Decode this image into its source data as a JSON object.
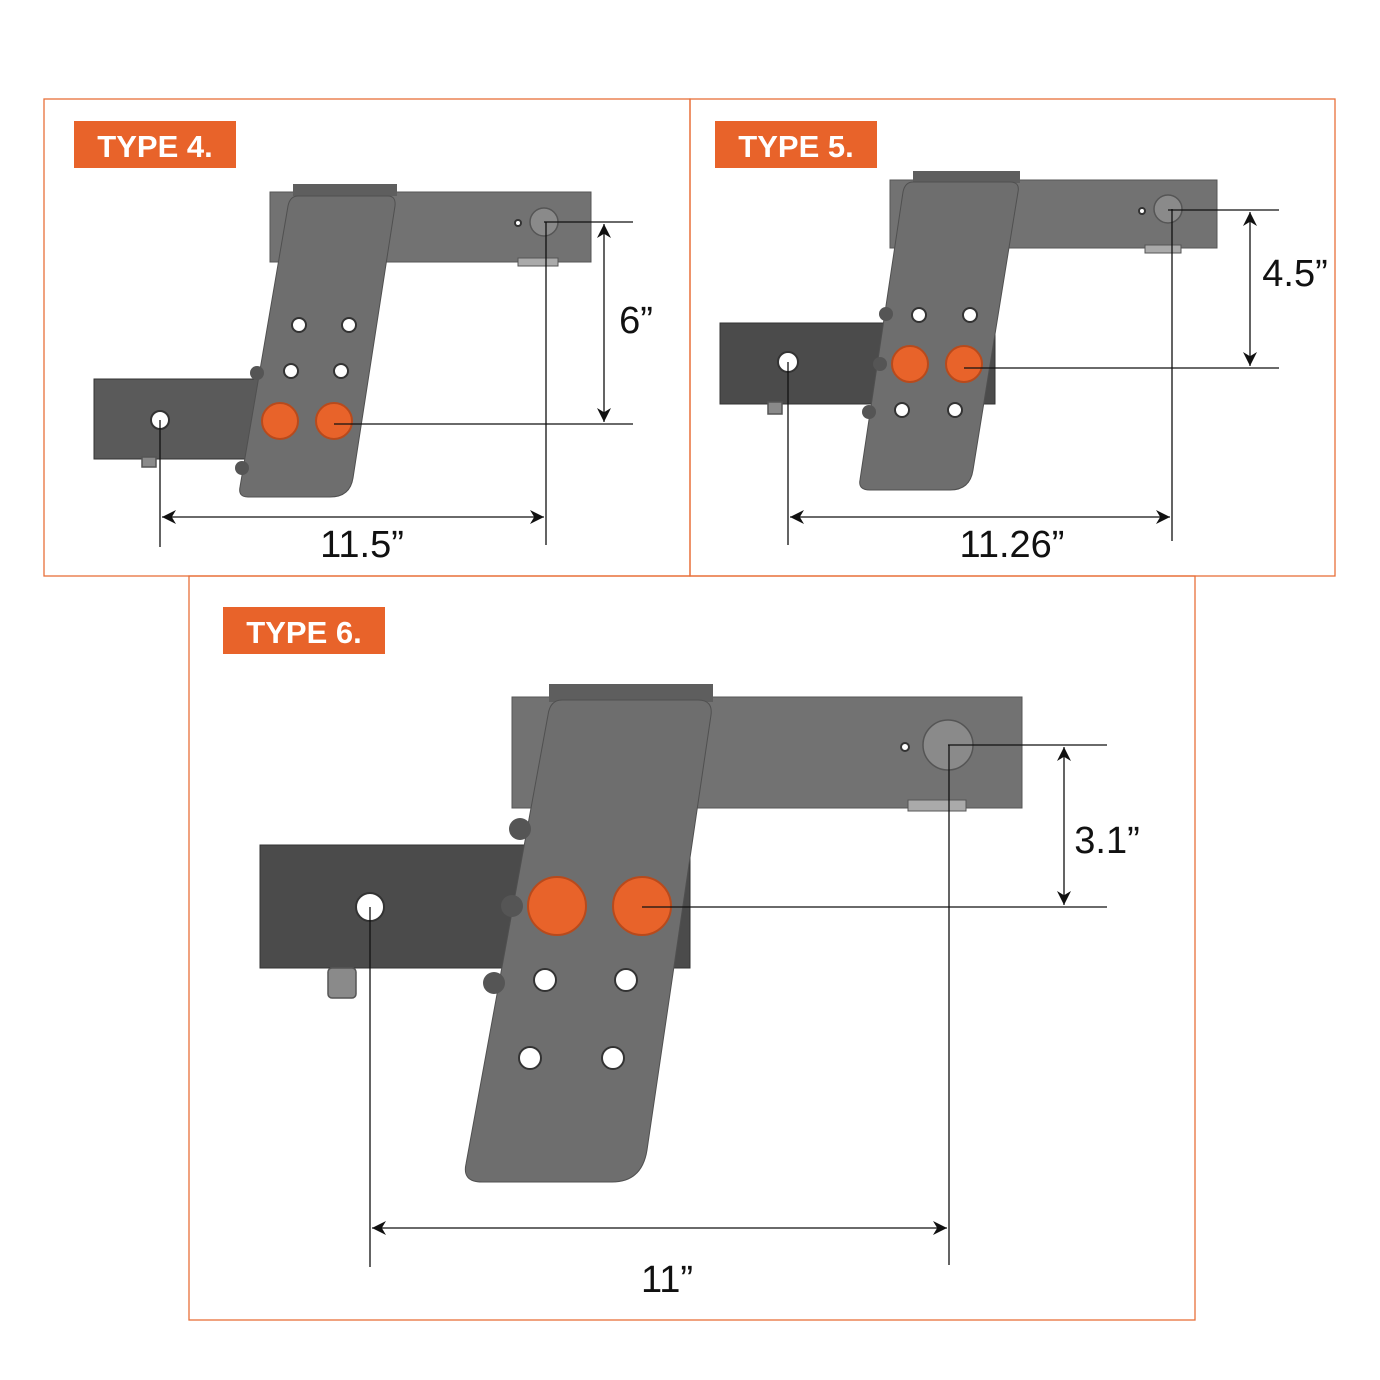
{
  "panels": [
    {
      "label": "TYPE 4.",
      "rise": "6”",
      "length": "11.5”"
    },
    {
      "label": "TYPE 5.",
      "rise": "4.5”",
      "length": "11.26”"
    },
    {
      "label": "TYPE 6.",
      "rise": "3.1”",
      "length": "11”"
    }
  ],
  "colors": {
    "accent": "#e8632a",
    "steel": "#6e6e6e",
    "receiver": "#4b4b4b"
  }
}
